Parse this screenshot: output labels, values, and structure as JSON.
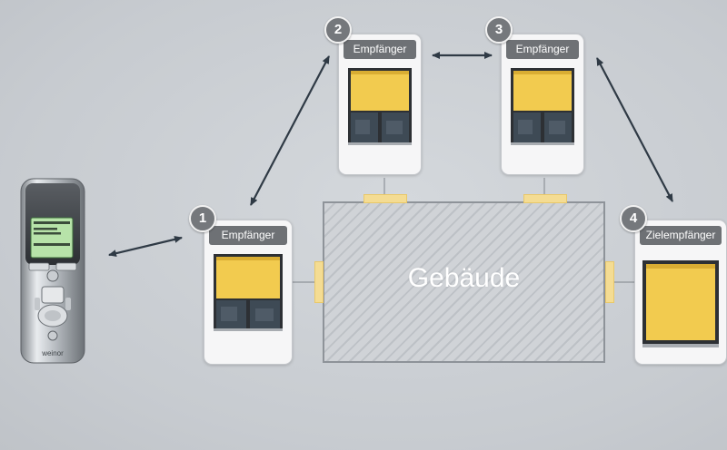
{
  "building": {
    "label": "Gebäude"
  },
  "receivers": [
    {
      "number": "1",
      "label": "Empfänger"
    },
    {
      "number": "2",
      "label": "Empfänger"
    },
    {
      "number": "3",
      "label": "Empfänger"
    },
    {
      "number": "4",
      "label": "Zielempfänger"
    }
  ],
  "remote": {
    "brand": "weinor"
  },
  "colors": {
    "background": "#c9cdd2",
    "blind": "#f2cb4f",
    "header": "#6e7175",
    "arrow": "#2f3a45",
    "marker": "#f4dc93"
  },
  "icons": [
    "double-headed-arrow",
    "remote-control",
    "window-with-blind"
  ]
}
